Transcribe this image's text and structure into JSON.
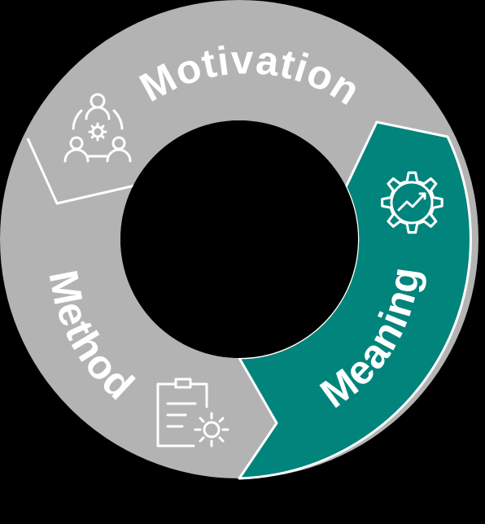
{
  "diagram": {
    "segments": [
      {
        "id": "motivation",
        "label": "Motivation",
        "color": "#b3b3b3",
        "icon": "team-gear-icon"
      },
      {
        "id": "meaning",
        "label": "Meaning",
        "color": "#00847c",
        "icon": "gear-chart-icon"
      },
      {
        "id": "method",
        "label": "Method",
        "color": "#b3b3b3",
        "icon": "clipboard-gear-icon"
      }
    ],
    "colors": {
      "background": "#000000",
      "divider": "#ffffff",
      "text": "#ffffff"
    }
  }
}
